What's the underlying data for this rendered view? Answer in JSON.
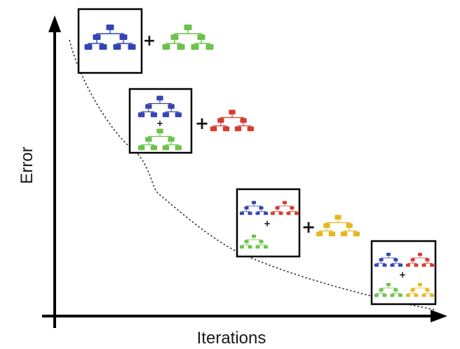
{
  "axes": {
    "x_label": "Iterations",
    "y_label": "Error"
  },
  "tree_colors": {
    "blue": "#3345b5",
    "green": "#6cc24a",
    "red": "#d63b30",
    "yellow": "#e6b820"
  },
  "stages": [
    {
      "ensemble": [
        "blue"
      ],
      "added": "green"
    },
    {
      "ensemble": [
        "blue",
        "green"
      ],
      "added": "red"
    },
    {
      "ensemble": [
        "blue",
        "red",
        "green"
      ],
      "added": "yellow"
    },
    {
      "ensemble": [
        "blue",
        "red",
        "green",
        "yellow"
      ],
      "added": null
    }
  ],
  "plus_sign": "+"
}
